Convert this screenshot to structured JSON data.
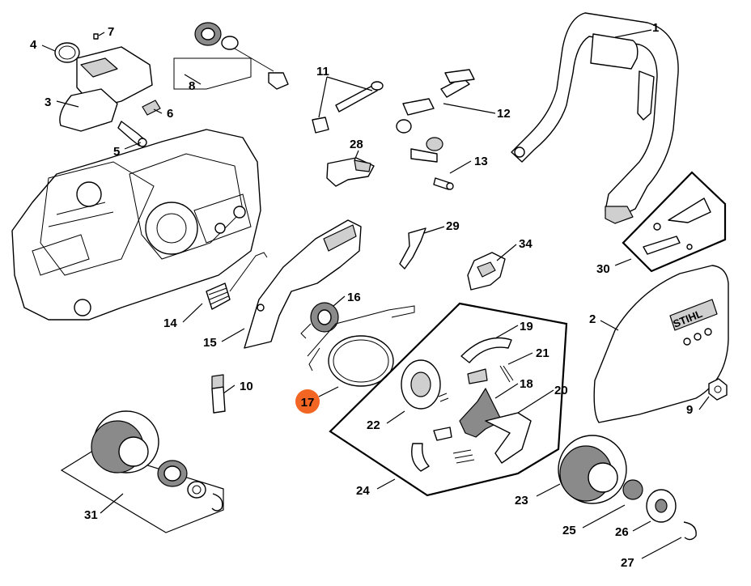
{
  "diagram": {
    "highlight_color": "#f26522",
    "highlighted_label": "17",
    "labels": [
      "1",
      "2",
      "3",
      "4",
      "5",
      "6",
      "7",
      "8",
      "9",
      "10",
      "11",
      "12",
      "13",
      "14",
      "15",
      "16",
      "18",
      "19",
      "20",
      "21",
      "22",
      "23",
      "24",
      "25",
      "26",
      "27",
      "28",
      "29",
      "30",
      "31",
      "34"
    ]
  }
}
